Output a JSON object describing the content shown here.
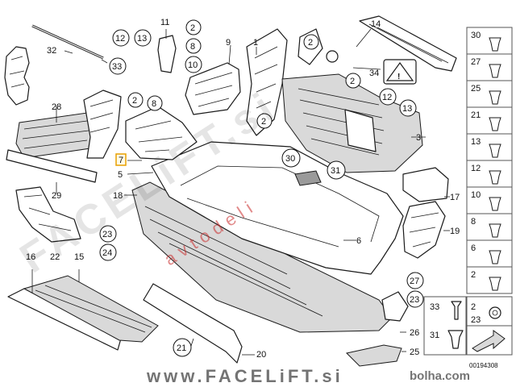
{
  "labels": {
    "p2a": "2",
    "p2b": "2",
    "p2c": "2",
    "p2d": "2",
    "p2e": "2",
    "p3": "3",
    "p5": "5",
    "p6": "6",
    "p7": "7",
    "p8a": "8",
    "p8b": "8",
    "p9": "9",
    "p10": "10",
    "p11": "11",
    "p12a": "12",
    "p12b": "12",
    "p13a": "13",
    "p13b": "13",
    "p14": "14",
    "p15": "15",
    "p16": "16",
    "p17": "17",
    "p18": "18",
    "p19": "19",
    "p20": "20",
    "p21": "21",
    "p22": "22",
    "p23a": "23",
    "p24": "24",
    "p25": "25",
    "p26": "26",
    "p27a": "27",
    "p28": "28",
    "p29": "29",
    "p30a": "30",
    "p31a": "31",
    "p32": "32",
    "p33a": "33",
    "p34": "34",
    "p1": "1",
    "p23b": "23"
  },
  "legend": {
    "items": [
      "30",
      "27",
      "25",
      "21",
      "13",
      "12",
      "10",
      "8",
      "6",
      "2"
    ],
    "bottom_left": [
      "33",
      "31"
    ],
    "bottom_right": [
      "2",
      "23"
    ]
  },
  "watermarks": {
    "main": "FACELiFT.si",
    "sub": "avtodeli",
    "bottom": "www.FACELiFT.si",
    "bolha": "bolha.com"
  },
  "catalog_number": "00194308"
}
